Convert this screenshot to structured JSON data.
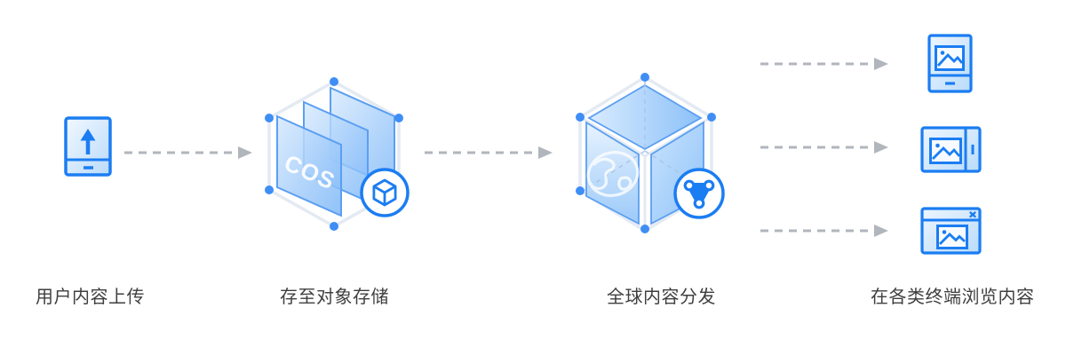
{
  "diagram": {
    "steps": [
      {
        "label": "用户内容上传",
        "icon": "phone-upload-icon"
      },
      {
        "label": "存至对象存储",
        "icon": "cos-storage-hexagon-icon",
        "overlay_text": "COS",
        "badge_icon": "cube-badge-icon"
      },
      {
        "label": "全球内容分发",
        "icon": "globe-cube-icon",
        "badge_icon": "network-badge-icon"
      },
      {
        "label": "在各类终端浏览内容",
        "terminal_icons": [
          "phone-image-icon",
          "tablet-image-icon",
          "browser-window-image-icon"
        ]
      }
    ],
    "colors": {
      "primary_blue": "#1b7df2",
      "vertex_dot_blue": "#3f8ef6",
      "panel_stroke_blue": "#5b9ff2",
      "frame_gray": "#e4eaf3",
      "arrow_gray": "#b1b5bc",
      "label_gray": "#3f3f3f",
      "background": "#ffffff"
    }
  }
}
